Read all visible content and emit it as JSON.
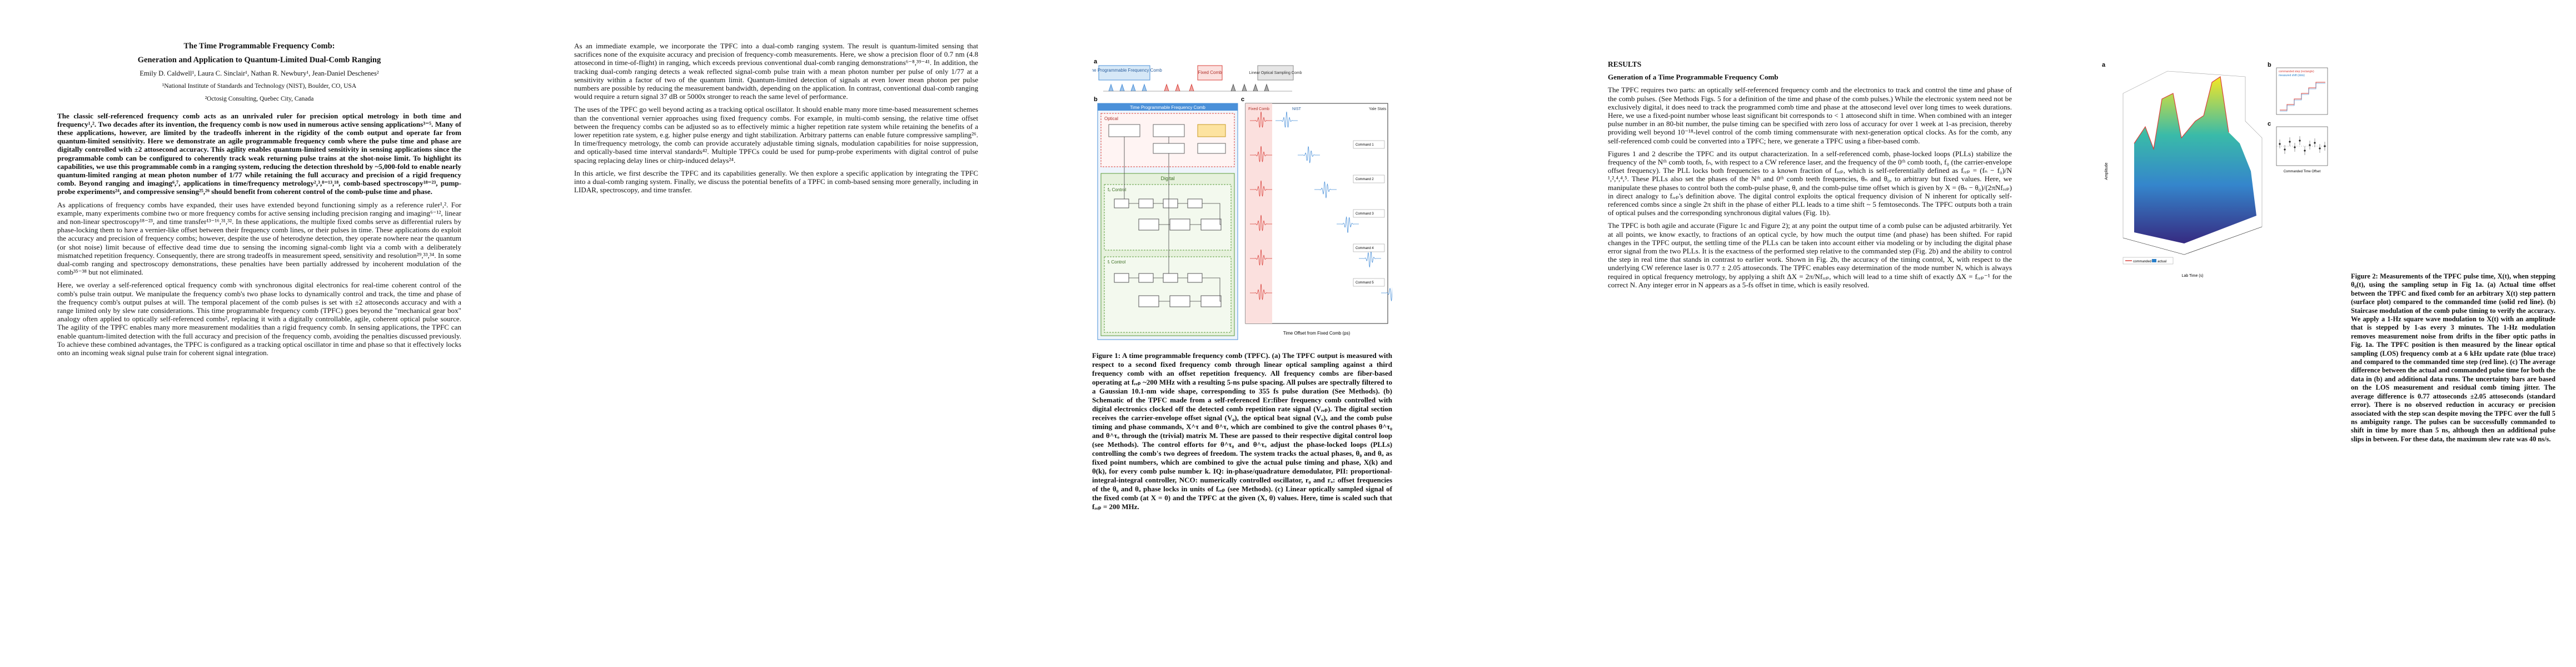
{
  "page1": {
    "title_line1": "The Time Programmable Frequency Comb:",
    "title_line2": "Generation and Application to Quantum-Limited Dual-Comb Ranging",
    "authors": "Emily D. Caldwell¹, Laura C. Sinclair¹, Nathan R. Newbury¹, Jean-Daniel Deschenes²",
    "affil1": "¹National Institute of Standards and Technology (NIST), Boulder, CO, USA",
    "affil2": "²Octosig Consulting, Quebec City, Canada",
    "abstract": "The classic self-referenced frequency comb acts as an unrivaled ruler for precision optical metrology in both time and frequency¹,². Two decades after its invention, the frequency comb is now used in numerous active sensing applications³⁻⁵. Many of these applications, however, are limited by the tradeoffs inherent in the rigidity of the comb output and operate far from quantum-limited sensitivity. Here we demonstrate an agile programmable frequency comb where the pulse time and phase are digitally controlled with ±2 attosecond accuracy. This agility enables quantum-limited sensitivity in sensing applications since the programmable comb can be configured to coherently track weak returning pulse trains at the shot-noise limit. To highlight its capabilities, we use this programmable comb in a ranging system, reducing the detection threshold by ~5,000-fold to enable nearly quantum-limited ranging at mean photon number of 1/77 while retaining the full accuracy and precision of a rigid frequency comb. Beyond ranging and imaging⁶,⁷, applications in time/frequency metrology²,³,⁸⁻¹³,¹⁸, comb-based spectroscopy¹⁸⁻²³, pump-probe experiments²⁴, and compressive sensing²⁵,²⁶ should benefit from coherent control of the comb-pulse time and phase.",
    "para1": "As applications of frequency combs have expanded, their uses have extended beyond functioning simply as a reference ruler¹,². For example, many experiments combine two or more frequency combs for active sensing including precision ranging and imaging⁶⁻¹², linear and non-linear spectroscopy¹⁸⁻²³, and time transfer¹³⁻¹⁶,³¹,³². In these applications, the multiple fixed combs serve as differential rulers by phase-locking them to have a vernier-like offset between their frequency comb lines, or their pulses in time. These applications do exploit the accuracy and precision of frequency combs; however, despite the use of heterodyne detection, they operate nowhere near the quantum (or shot noise) limit because of effective dead time due to sensing the incoming signal-comb light via a comb with a deliberately mismatched repetition frequency. Consequently, there are strong tradeoffs in measurement speed, sensitivity and resolution²⁹,³³,³⁴. In some dual-comb ranging and spectroscopy demonstrations, these penalties have been partially addressed by incoherent modulation of the comb³⁵⁻³⁸ but not eliminated.",
    "para2": "Here, we overlay a self-referenced optical frequency comb with synchronous digital electronics for real-time coherent control of the comb's pulse train output. We manipulate the frequency comb's two phase locks to dynamically control and track, the time and phase of the frequency comb's output pulses at will. The temporal placement of the comb pulses is set with ±2 attoseconds accuracy and with a range limited only by slew rate considerations. This time programmable frequency comb (TPFC) goes beyond the \"mechanical gear box\" analogy often applied to optically self-referenced combs², replacing it with a digitally controllable, agile, coherent optical pulse source. The agility of the TPFC enables many more measurement modalities than a rigid frequency comb. In sensing applications, the TPFC can enable quantum-limited detection with the full accuracy and precision of the frequency comb, avoiding the penalties discussed previously. To achieve these combined advantages, the TPFC is configured as a tracking optical oscillator in time and phase so that it effectively locks onto an incoming weak signal pulse train for coherent signal integration."
  },
  "page2": {
    "para1": "As an immediate example, we incorporate the TPFC into a dual-comb ranging system. The result is quantum-limited sensing that sacrifices none of the exquisite accuracy and precision of frequency-comb measurements. Here, we show a precision floor of 0.7 nm (4.8 attosecond in time-of-flight) in ranging, which exceeds previous conventional dual-comb ranging demonstrations⁶⁻⁸,³⁹⁻⁴¹. In addition, the tracking dual-comb ranging detects a weak reflected signal-comb pulse train with a mean photon number per pulse of only 1/77 at a sensitivity within a factor of two of the quantum limit. Quantum-limited detection of signals at even lower mean photon per pulse numbers are possible by reducing the measurement bandwidth, depending on the application. In contrast, conventional dual-comb ranging would require a return signal 37 dB or 5000x stronger to reach the same level of performance.",
    "para2": "The uses of the TPFC go well beyond acting as a tracking optical oscillator. It should enable many more time-based measurement schemes than the conventional vernier approaches using fixed frequency combs. For example, in multi-comb sensing, the relative time offset between the frequency combs can be adjusted so as to effectively mimic a higher repetition rate system while retaining the benefits of a lower repetition rate system, e.g. higher pulse energy and tight stabilization. Arbitrary patterns can enable future compressive sampling²⁶. In time/frequency metrology, the comb can provide accurately adjustable timing signals, modulation capabilities for noise suppression, and optically-based time interval standards⁴². Multiple TPFCs could be used for pump-probe experiments with digital control of pulse spacing replacing delay lines or chirp-induced delays²⁴.",
    "para3": "In this article, we first describe the TPFC and its capabilities generally. We then explore a specific application by integrating the TPFC into a dual-comb ranging system. Finally, we discuss the potential benefits of a TPFC in comb-based sensing more generally, including in LIDAR, spectroscopy, and time transfer."
  },
  "page3": {
    "fig1": {
      "label_a": "a",
      "label_b": "b",
      "label_c": "c",
      "box_tpfc": "Time Programmable Frequency Comb",
      "box_fixed": "Fixed Comb",
      "box_los": "Linear Optical Sampling Comb",
      "tpfc_header": "Time Programmable Frequency Comb",
      "optical_header": "Optical",
      "fixed_comb_label": "Fixed Comb",
      "nist_label": "NIST",
      "yale_label": "Yale Stats",
      "digital_label": "Digital",
      "fceo_control": "fₒ Control",
      "frep_control": "fᵣ Control",
      "time_axis": "Time Offset from Fixed Comb (ps)",
      "cmd_labels": [
        "Command 1",
        "Command 2",
        "Command 3",
        "Command 4",
        "Command 5"
      ]
    },
    "caption": "Figure 1: A time programmable frequency comb (TPFC). (a) The TPFC output is measured with respect to a second fixed frequency comb through linear optical sampling against a third frequency comb with an offset repetition frequency. All frequency combs are fiber-based operating at fᵣₑₚ ~200 MHz with a resulting 5-ns pulse spacing. All pulses are spectrally filtered to a Gaussian 10.1-nm wide shape, corresponding to 355 fs pulse duration (See Methods). (b) Schematic of the TPFC made from a self-referenced Er:fiber frequency comb controlled with digital electronics clocked off the detected comb repetition rate signal (Vᵣₑₚ). The digital section receives the carrier-envelope offset signal (V₀), the optical beat signal (Vₒ), and the comb pulse timing and phase commands, X^τ and θ^τ, which are combined to give the control phases θ^τ₀ and θ^τₒ through the (trivial) matrix M. These are passed to their respective digital control loop (see Methods). The control efforts for θ^τ₀ and θ^τₒ adjust the phase-locked loops (PLLs) controlling the comb's two degrees of freedom. The system tracks the actual phases, θ₀ and θₒ as fixed point numbers, which are combined to give the actual pulse timing and phase, X(k) and θ(k), for every comb pulse number k. IQ: in-phase/quadrature demodulator, PII: proportional-integral-integral controller, NCO: numerically controlled oscillator, r₀ and rₒ: offset frequencies of the θ₀ and θₒ phase locks in units of fᵣₑₚ (see Methods). (c) Linear optically sampled signal of the fixed comb (at X = 0) and the TPFC at the given (X, θ) values. Here, time is scaled such that fᵣₑₚ = 200 MHz."
  },
  "page4": {
    "section": "RESULTS",
    "subsection": "Generation of a Time Programmable Frequency Comb",
    "para1": "The TPFC requires two parts: an optically self-referenced frequency comb and the electronics to track and control the time and phase of the comb pulses. (See Methods Figs. 5 for a definition of the time and phase of the comb pulses.) While the electronic system need not be exclusively digital, it does need to track the programmed comb time and phase at the attosecond level over long times to week durations. Here, we use a fixed-point number whose least significant bit corresponds to < 1 attosecond shift in time. When combined with an integer pulse number in an 80-bit number, the pulse timing can be specified with zero loss of accuracy for over 1 week at 1-as precision, thereby providing well beyond 10⁻¹⁸-level control of the comb timing commensurate with next-generation optical clocks. As for the comb, any self-referenced comb could be converted into a TPFC; here, we generate a TPFC using a fiber-based comb.",
    "para2": "Figures 1 and 2 describe the TPFC and its output characterization. In a self-referenced comb, phase-locked loops (PLLs) stabilize the frequency of the Nᵗʰ comb tooth, fₙ, with respect to a CW reference laser, and the frequency of the 0ᵗʰ comb tooth, f₀ (the carrier-envelope offset frequency). The PLL locks both frequencies to a known fraction of fᵣₑₚ, which is self-referentially defined as fᵣₑₚ = (fₙ − f₀)/N ¹,²,⁴,⁴,⁵. These PLLs also set the phases of the Nᵗʰ and 0ᵗʰ comb teeth frequencies, θₙ and θ₀, to arbitrary but fixed values. Here, we manipulate these phases to control both the comb-pulse phase, θ, and the comb-pulse time offset which is given by X = (θₙ − θ₀)/(2πNfᵣₑₚ) in direct analogy to fᵣₑₚ's definition above. The digital control exploits the optical frequency division of N inherent for optically self-referenced combs since a single 2π shift in the phase of either PLL leads to a time shift ~ 5 femtoseconds. The TPFC outputs both a train of optical pulses and the corresponding synchronous digital values (Fig. 1b).",
    "para3": "The TPFC is both agile and accurate (Figure 1c and Figure 2); at any point the output time of a comb pulse can be adjusted arbitrarily. Yet at all points, we know exactly, to fractions of an optical cycle, by how much the output time (and phase) has been shifted. For rapid changes in the TPFC output, the settling time of the PLLs can be taken into account either via modeling or by including the digital phase error signal from the two PLLs. It is the exactness of the performed step relative to the commanded step (Fig. 2b) and the ability to control the step in real time that stands in contrast to earlier work. Shown in Fig. 2b, the accuracy of the timing control, X, with respect to the underlying CW reference laser is 0.77 ± 2.05 attoseconds. The TPFC enables easy determination of the mode number N, which is always required in optical frequency metrology, by applying a shift ΔX = 2π/Nfᵣₑₚ, which will lead to a time shift of exactly ΔX = fᵣₑₚ⁻¹ for the correct N. Any integer error in N appears as a 5-fs offset in time, which is easily resolved."
  },
  "page5": {
    "fig2": {
      "label_a": "a",
      "label_b": "b",
      "label_c": "c",
      "legend_a1": "commanded",
      "legend_a2": "actual",
      "legend_b1": "commanded step (rectangle)",
      "legend_b2": "measured shift (dots)",
      "xlabel_a": "Lab Time (s)",
      "ylabel_a": "Amplitude",
      "xlabel_c": "Commanded Time Offset"
    },
    "caption": "Figure 2: Measurements of the TPFC pulse time, X(t), when stepping θ₀(t), using the sampling setup in Fig 1a. (a) Actual time offset between the TPFC and fixed comb for an arbitrary X(t) step pattern (surface plot) compared to the commanded time (solid red line). (b) Staircase modulation of the comb pulse timing to verify the accuracy. We apply a 1-Hz square wave modulation to X(t) with an amplitude that is stepped by 1-as every 3 minutes. The 1-Hz modulation removes measurement noise from drifts in the fiber optic paths in Fig. 1a. The TPFC position is then measured by the linear optical sampling (LOS) frequency comb at a 6 kHz update rate (blue trace) and compared to the commanded time step (red line). (c) The average difference between the actual and commanded pulse time for both the data in (b) and additional data runs. The uncertainty bars are based on the LOS measurement and residual comb timing jitter. The average difference is 0.77 attoseconds ±2.05 attoseconds (standard error). There is no observed reduction in accuracy or precision associated with the step scan despite moving the TPFC over the full 5 ns ambiguity range. The pulses can be successfully commanded to shift in time by more than 5 ns, although then an additional pulse slips in between. For these data, the maximum slew rate was 40 ns/s."
  },
  "colors": {
    "tpfc_blue": "#4a90d9",
    "fixed_red": "#d9403a",
    "los_gray": "#8a8a8a",
    "digital_green": "#e6f1dc"
  }
}
